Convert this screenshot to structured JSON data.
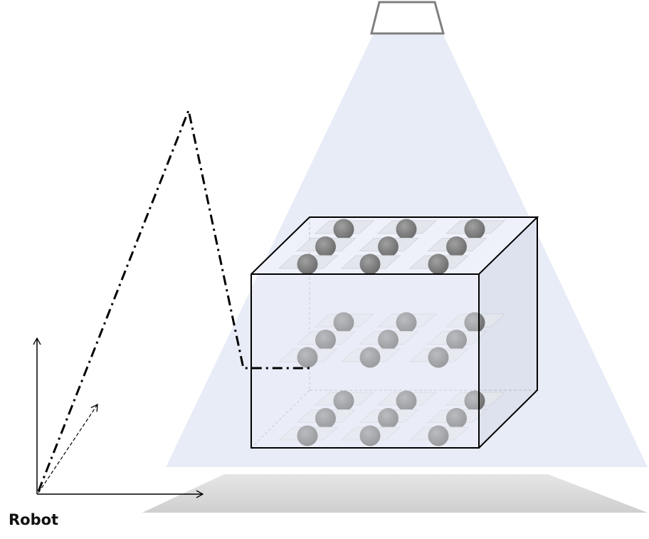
{
  "robot_label": "Robot",
  "colors": {
    "light_cone": "#e8ecf7",
    "floor": "#d9d9d9",
    "sphere": "#7a7a7a",
    "lamp_stroke": "#7f7f7f",
    "box_face": "#eef1f9",
    "box_side": "#dde2ee"
  },
  "box": {
    "layers": 3,
    "rows_per_layer": 3,
    "columns": 3
  }
}
